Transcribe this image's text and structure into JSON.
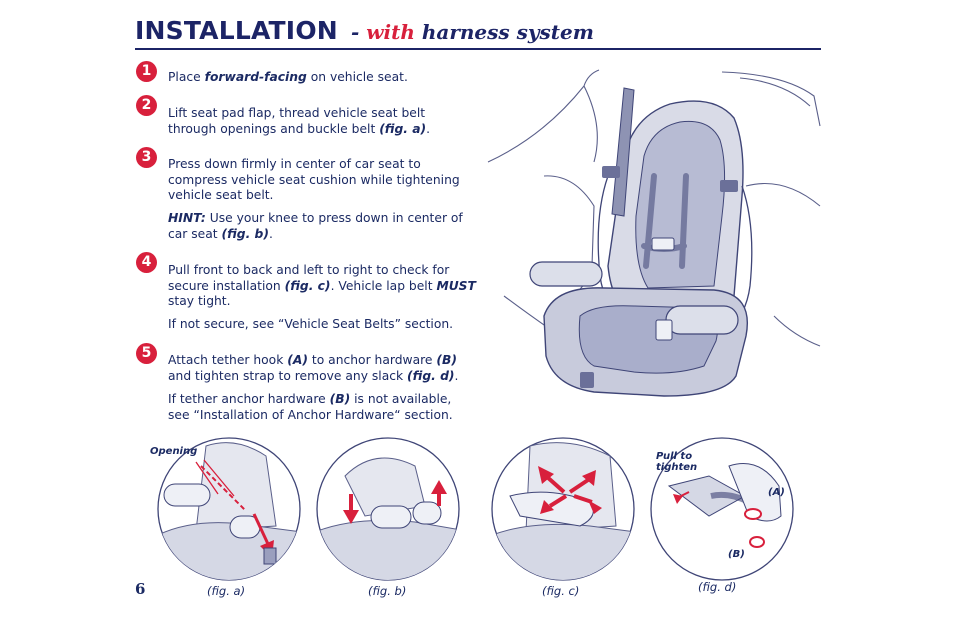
{
  "header": {
    "title": "INSTALLATION",
    "dash": "-",
    "with": "with",
    "rest": "harness system"
  },
  "steps": [
    {
      "num": "1",
      "parts": [
        [
          "",
          "Place "
        ],
        [
          "kw",
          "forward-facing"
        ],
        [
          "",
          " on vehicle seat."
        ]
      ]
    },
    {
      "num": "2",
      "parts": [
        [
          "",
          "Lift seat pad flap, thread vehicle seat belt through openings and buckle belt "
        ],
        [
          "kw",
          "(fig. a)"
        ],
        [
          "",
          "."
        ]
      ]
    },
    {
      "num": "3",
      "parts": [
        [
          "",
          "Press down firmly in center of car seat to compress vehicle seat cushion while tightening vehicle seat belt."
        ]
      ]
    },
    {
      "num": "",
      "parts": [
        [
          "kw",
          "HINT:"
        ],
        [
          "",
          "  Use your knee to press down in center of car seat "
        ],
        [
          "kw",
          "(fig. b)"
        ],
        [
          "",
          "."
        ]
      ]
    },
    {
      "num": "4",
      "parts": [
        [
          "",
          "Pull front to back and left to right to check for secure installation "
        ],
        [
          "kw",
          "(fig. c)"
        ],
        [
          "",
          ".  Vehicle lap belt "
        ],
        [
          "kw",
          "MUST"
        ],
        [
          "",
          " stay tight."
        ]
      ]
    },
    {
      "num": "",
      "parts": [
        [
          "",
          "If not secure, see “Vehicle Seat Belts” section."
        ]
      ]
    },
    {
      "num": "5",
      "parts": [
        [
          "",
          "Attach tether hook "
        ],
        [
          "kw",
          "(A)"
        ],
        [
          "",
          " to anchor hardware "
        ],
        [
          "kw",
          "(B)"
        ],
        [
          "",
          " and tighten strap to remove any slack "
        ],
        [
          "kw",
          "(fig. d)"
        ],
        [
          "",
          "."
        ]
      ]
    },
    {
      "num": "",
      "parts": [
        [
          "",
          "If tether anchor hardware "
        ],
        [
          "kw",
          "(B)"
        ],
        [
          "",
          " is not available, see “Installation of Anchor Hardware“ section."
        ]
      ]
    }
  ],
  "figures": {
    "a": {
      "label": "(fig. a)",
      "callout": "Opening"
    },
    "b": {
      "label": "(fig. b)"
    },
    "c": {
      "label": "(fig. c)"
    },
    "d": {
      "label": "(fig. d)",
      "callout_line1": "Pull to",
      "callout_line2": "tighten",
      "a_label": "(A)",
      "b_label": "(B)"
    }
  },
  "page_number": "6",
  "colors": {
    "navy": "#1c2466",
    "red": "#d8203c",
    "sketch": "#5a5f8a"
  }
}
